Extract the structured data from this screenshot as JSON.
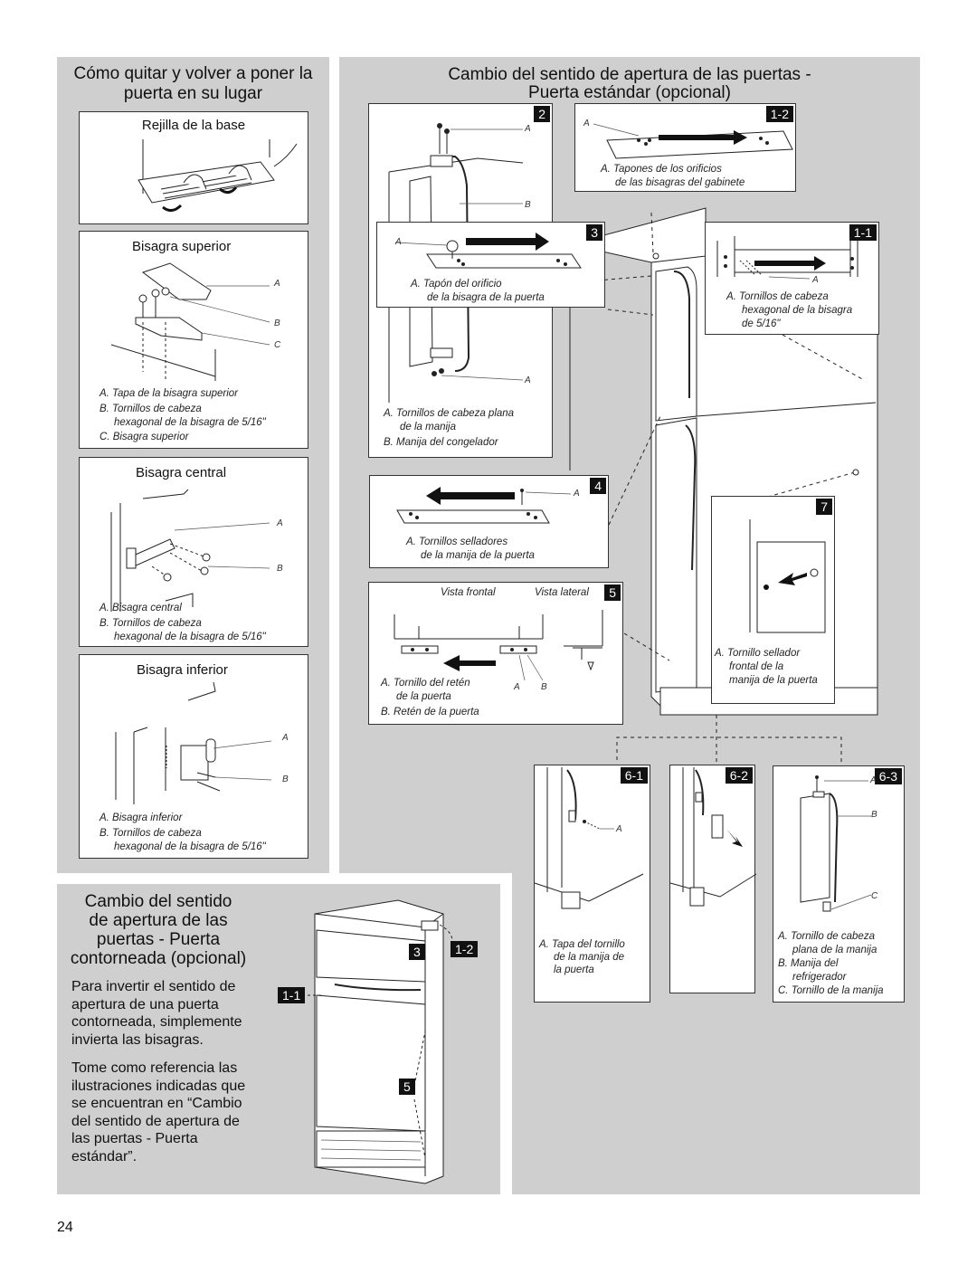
{
  "left": {
    "heading": "Cómo quitar y volver a poner la puerta en su lugar",
    "panels": [
      {
        "title": "Rejilla de la base"
      },
      {
        "title": "Bisagra superior",
        "captions": [
          "A. Tapa de la bisagra superior",
          "B. Tornillos de cabeza",
          "hexagonal de la bisagra de 5/16\"",
          "C. Bisagra superior"
        ]
      },
      {
        "title": "Bisagra central",
        "captions": [
          "A. Bisagra central",
          "B. Tornillos de cabeza",
          "hexagonal de la bisagra de 5/16\""
        ]
      },
      {
        "title": "Bisagra inferior",
        "captions": [
          "A. Bisagra inferior",
          "B. Tornillos de cabeza",
          "hexagonal de la bisagra de 5/16\""
        ]
      }
    ]
  },
  "right": {
    "heading_line1": "Cambio del sentido de apertura de las puertas -",
    "heading_line2": "Puerta estándar (opcional)",
    "steps": {
      "s2": {
        "num": "2",
        "captions": [
          "A. Tornillos de cabeza plana",
          "de la manija",
          "B. Manija del congelador"
        ]
      },
      "s1_2": {
        "num": "1-2",
        "captions": [
          "A. Tapones de los orificios",
          "de las bisagras del gabinete"
        ]
      },
      "s3": {
        "num": "3",
        "captions": [
          "A. Tapón del orificio",
          "de la bisagra de la puerta"
        ]
      },
      "s1_1": {
        "num": "1-1",
        "captions": [
          "A. Tornillos de cabeza",
          "hexagonal de la bisagra",
          "de 5/16\""
        ]
      },
      "s4": {
        "num": "4",
        "captions": [
          "A. Tornillos selladores",
          "de la manija de la puerta"
        ]
      },
      "s5": {
        "num": "5",
        "front": "Vista frontal",
        "side": "Vista lateral",
        "captions": [
          "A. Tornillo del retén",
          "de la puerta",
          "B. Retén de la puerta"
        ]
      },
      "s7": {
        "num": "7",
        "captions": [
          "A. Tornillo sellador",
          "frontal de la",
          "manija de la puerta"
        ]
      },
      "s6_1": {
        "num": "6-1",
        "captions": [
          "A. Tapa del tornillo",
          "de la manija de",
          "la puerta"
        ]
      },
      "s6_2": {
        "num": "6-2"
      },
      "s6_3": {
        "num": "6-3",
        "captions": [
          "A. Tornillo de cabeza",
          "plana de la manija",
          "B. Manija del",
          "refrigerador",
          "C. Tornillo de la manija"
        ]
      }
    }
  },
  "bottom": {
    "heading": [
      "Cambio del sentido",
      "de apertura de las",
      "puertas - Puerta",
      "contorneada (opcional)"
    ],
    "para1": [
      "Para invertir el sentido de",
      "apertura de una puerta",
      "contorneada, simplemente",
      "invierta las bisagras."
    ],
    "para2": [
      "Tome como referencia las",
      "ilustraciones indicadas que",
      "se encuentran en “Cambio",
      "del sentido de apertura de",
      "las puertas - Puerta",
      "estándar”."
    ],
    "callouts": {
      "c3": "3",
      "c1_2": "1-2",
      "c1_1": "1-1",
      "c5": "5"
    }
  },
  "page_number": "24"
}
